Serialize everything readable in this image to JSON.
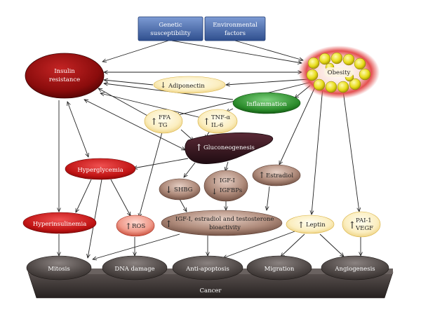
{
  "nodes": {
    "genetic": [
      "Genetic",
      "susceptibility"
    ],
    "environmental": [
      "Environmental",
      "factors"
    ],
    "insulin": [
      "Insulin",
      "resistance"
    ],
    "obesity": "Obesity",
    "adiponectin": "Adiponectin",
    "inflammation": "Inflammation",
    "ffa_tg": [
      "FFA",
      "TG"
    ],
    "tnf_il6": [
      "TNF-α",
      "IL-6"
    ],
    "gluconeogenesis": "Gluconeogenesis",
    "hyperglycemia": "Hyperglycemia",
    "shbg": "SHBG",
    "igf": [
      "IGF-I",
      "IGFBPs"
    ],
    "estradiol": "Estradiol",
    "hyperinsulinemia": "Hyperinsulinemia",
    "ros": "ROS",
    "bioactivity": [
      "IGF-I, estradiol and testosterone",
      "bioactivity"
    ],
    "leptin": "Leptin",
    "pai_vegf": [
      "PAI-1",
      "VEGF"
    ]
  },
  "outcomes": [
    "Mitosis",
    "DNA damage",
    "Anti-apoptosis",
    "Migration",
    "Angiogenesis"
  ],
  "cancer": "Cancer",
  "symbols": {
    "up": "↑",
    "down": "↓"
  },
  "colors": {
    "blue_box": "#4a6fb0",
    "insulin_red": "#8e0f10",
    "bright_red": "#c81818",
    "green": "#2e8a2e",
    "cream": "#fbeec0",
    "brown": "#8a6454",
    "liver": "#3a1a24",
    "obesity_yellow": "#e8dc1a",
    "platform": "#3b3533"
  }
}
